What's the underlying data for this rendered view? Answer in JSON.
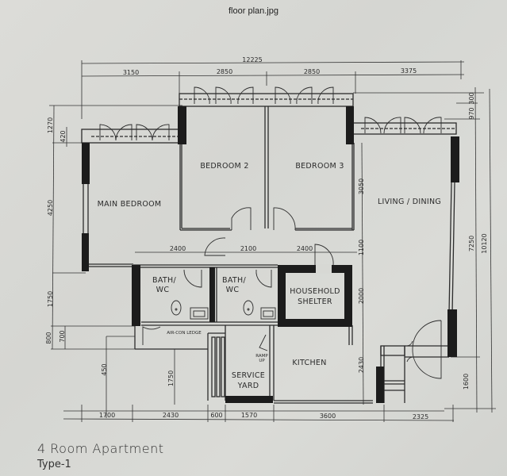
{
  "window": {
    "file_title": "floor plan.jpg"
  },
  "plan": {
    "title": "4 Room Apartment",
    "subtitle": "Type-1",
    "rooms": {
      "main_bedroom": "MAIN BEDROOM",
      "bedroom2": "BEDROOM 2",
      "bedroom3": "BEDROOM 3",
      "living_dining": "LIVING / DINING",
      "bath1_line1": "BATH/",
      "bath1_line2": "WC",
      "bath2_line1": "BATH/",
      "bath2_line2": "WC",
      "shelter_line1": "HOUSEHOLD",
      "shelter_line2": "SHELTER",
      "kitchen": "KITCHEN",
      "service_line1": "SERVICE",
      "service_line2": "YARD",
      "aircon_ledge": "AIR-CON LEDGE",
      "ramp_line1": "RAMP",
      "ramp_line2": "UP"
    },
    "dimensions": {
      "top_total": "12225",
      "top": [
        "3150",
        "2850",
        "2850",
        "3375"
      ],
      "bottom": [
        "1700",
        "2430",
        "600",
        "1570",
        "3600",
        "2325"
      ],
      "left": [
        "1270",
        "420",
        "4250",
        "1750",
        "800",
        "700",
        "450"
      ],
      "right": [
        "300",
        "970",
        "7250",
        "10120",
        "1600"
      ],
      "inner": {
        "corridor_1": "2400",
        "corridor_2": "2100",
        "corridor_3": "2400",
        "bed3_depth": "3050",
        "shelter_gap": "1100",
        "shelter_height": "2000",
        "kitchen_depth": "2430",
        "yard_depth": "1750"
      }
    }
  }
}
